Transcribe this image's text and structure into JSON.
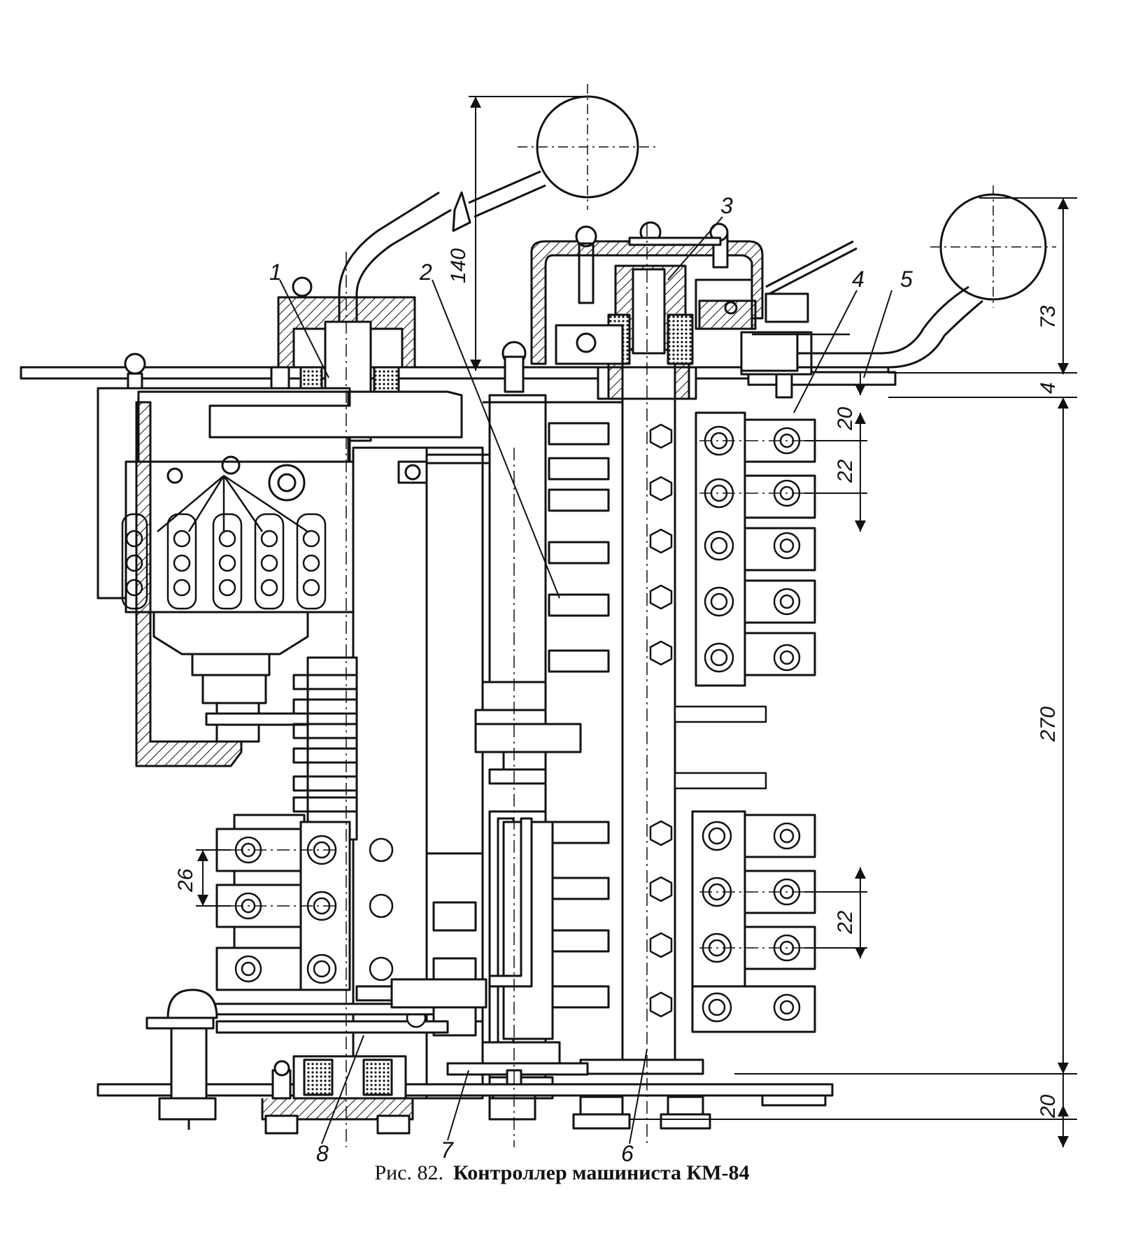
{
  "caption": {
    "figure_number": "Рис. 82.",
    "title": "Контроллер машиниста КМ-84"
  },
  "callouts": [
    "1",
    "2",
    "3",
    "4",
    "5",
    "6",
    "7",
    "8"
  ],
  "dimensions": {
    "handle_height": "140",
    "top_handle": "73",
    "cover_thickness": "4",
    "first_gap": "20",
    "finger_pitch_upper": "22",
    "overall_height": "270",
    "base_thickness": "20",
    "pitch_left": "26",
    "finger_pitch_lower": "22"
  }
}
